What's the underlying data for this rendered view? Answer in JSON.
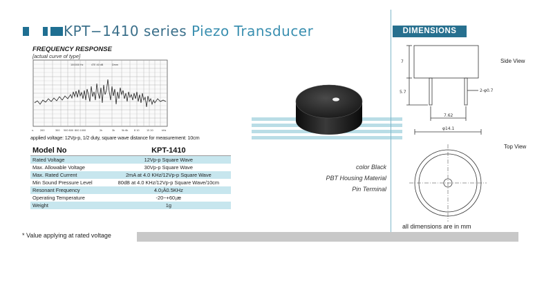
{
  "header": {
    "title_prefix": "KPT−1410",
    "title_series": " series ",
    "title_product": "Piezo Transducer"
  },
  "frequency_response": {
    "title": "FREQUENCY RESPONSE",
    "subtitle": "[actual curve of type]",
    "note": "applied voltage: 12Vp-p, 1/2 duty, square wave distance for measurement: 10cm"
  },
  "spec_table": {
    "header": {
      "label": "Model No",
      "value": "KPT-1410"
    },
    "rows": [
      {
        "label": "Rated Voltage",
        "value": "12Vp-p Square Wave"
      },
      {
        "label": "Max. Allowable Voltage",
        "value": "30Vp-p Square Wave"
      },
      {
        "label": "Max. Rated Current",
        "value": "2mA at 4.0 KHz/12Vp-p Square Wave"
      },
      {
        "label": "Min Sound Pressure Level",
        "value": "80dB at 4.0 KHz/12Vp-p Square Wave/10cm"
      },
      {
        "label": "Resonant Frequency",
        "value": "4.0¡À0.5KHz"
      },
      {
        "label": "Operating Temperature",
        "value": "-20~+60¡æ"
      },
      {
        "label": "Weight",
        "value": "1g"
      }
    ]
  },
  "footnote": "* Value applying at rated voltage",
  "product": {
    "color": "color Black",
    "housing": "PBT Housing Material",
    "terminal": "Pin Terminal"
  },
  "dimensions": {
    "badge": "DIMENSIONS",
    "side_view_label": "Side View",
    "top_view_label": "Top View",
    "dim_height": "7",
    "dim_pin_length": "5.7",
    "dim_pin_dia": "2-φ0.7",
    "dim_pin_spacing": "7.62",
    "dim_diameter": "φ14.1",
    "note": "all dimensions are in mm"
  },
  "colors": {
    "accent": "#27708f",
    "table_shade": "#c7e6ee",
    "footer_bar": "#c8c8c8"
  }
}
